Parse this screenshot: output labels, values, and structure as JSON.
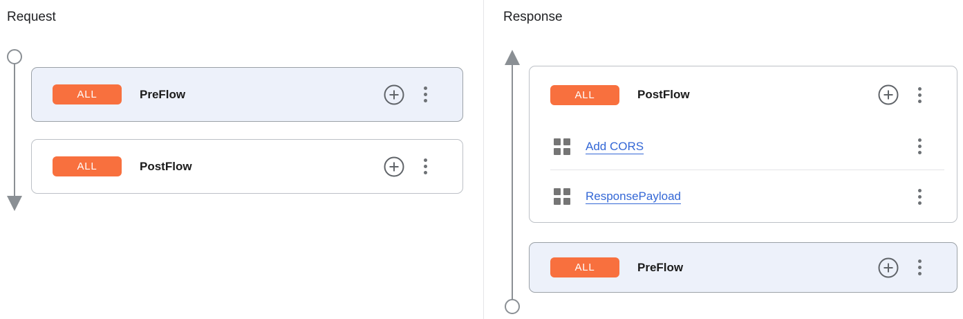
{
  "request": {
    "title": "Request",
    "preflow": {
      "badge": "ALL",
      "name": "PreFlow"
    },
    "postflow": {
      "badge": "ALL",
      "name": "PostFlow"
    }
  },
  "response": {
    "title": "Response",
    "postflow": {
      "badge": "ALL",
      "name": "PostFlow",
      "policies": [
        {
          "name": "Add CORS"
        },
        {
          "name": "ResponsePayload"
        }
      ]
    },
    "preflow": {
      "badge": "ALL",
      "name": "PreFlow"
    }
  },
  "icons": {
    "add_policy": "plus-circle-icon",
    "more_menu": "kebab-menu-icon",
    "policy": "policy-grid-icon",
    "request_timeline": "arrow-down-timeline",
    "response_timeline": "arrow-up-timeline"
  },
  "colors": {
    "badge_orange": "#F8703E",
    "selected_flow_bg": "#EDF1FA",
    "card_border": "#BCC0C6",
    "link_blue": "#3367D6",
    "timeline_gray": "#8A8F94",
    "text_dark": "#202124"
  }
}
